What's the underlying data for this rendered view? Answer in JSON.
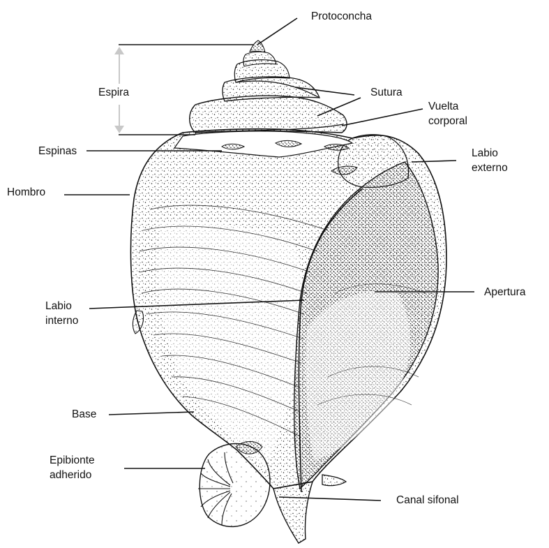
{
  "labels": {
    "protoconcha": "Protoconcha",
    "espira": "Espira",
    "sutura": "Sutura",
    "vuelta_corporal": "Vuelta\ncorporal",
    "espinas": "Espinas",
    "labio_externo": "Labio\nexterno",
    "hombro": "Hombro",
    "apertura": "Apertura",
    "labio_interno": "Labio\ninterno",
    "base": "Base",
    "epibionte_adherido": "Epibionte\nadherido",
    "canal_sifonal": "Canal sifonal"
  },
  "colors": {
    "ink": "#111111",
    "dimension_arrow": "#c8c8c8",
    "paper": "#ffffff",
    "stipple": "#1a1a1a"
  }
}
